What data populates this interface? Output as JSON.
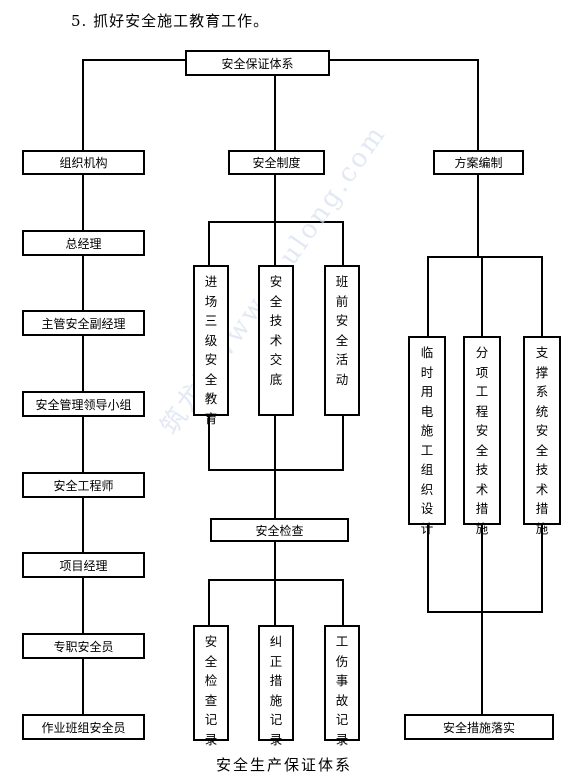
{
  "heading": "5. 抓好安全施工教育工作。",
  "caption": "安全生产保证体系",
  "watermark": "筑龙网www.zhulong.com",
  "nodes": {
    "root": "安全保证体系",
    "org": "组织机构",
    "system": "安全制度",
    "plan": "方案编制",
    "gm": "总经理",
    "vice_gm": "主管安全副经理",
    "leader_group": "安全管理领导小组",
    "engineer": "安全工程师",
    "pm": "项目经理",
    "safety_officer": "专职安全员",
    "team_officer": "作业班组安全员",
    "entry_edu": "进场三级安全教育",
    "tech_brief": "安全技术交底",
    "pre_shift": "班前安全活动",
    "inspection": "安全检查",
    "inspect_record": "安全检查记录",
    "correct_record": "纠正措施记录",
    "accident_record": "工伤事故记录",
    "temp_power": "临时用电施工组织设计",
    "sub_tech": "分项工程安全技术措施",
    "support_tech": "支撑系统安全技术措施",
    "implement": "安全措施落实"
  }
}
